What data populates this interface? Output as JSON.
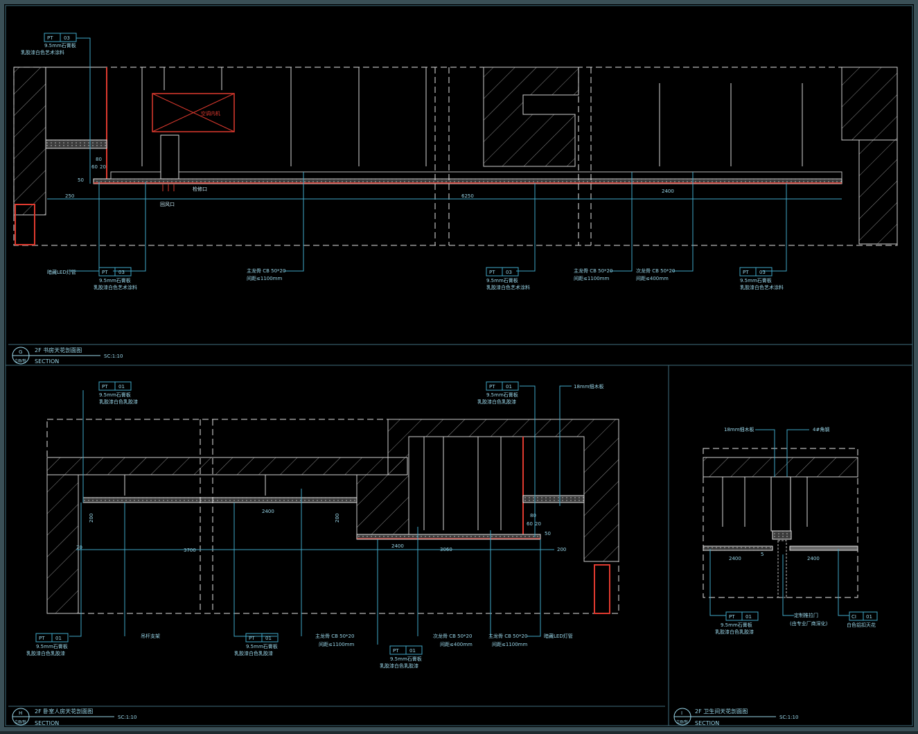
{
  "colors": {
    "background": "#000000",
    "frame": "#3a4f56",
    "line_white": "#e6e6e6",
    "dim_cyan": "#3fa9c9",
    "hatch": "#bdbdbd",
    "red": "#e03a2f",
    "tag_text": "#9ad7ea"
  },
  "section_g": {
    "title": "2F 书房天花剖面图",
    "scale": "SC:1:10",
    "label": "SECTION",
    "marker_letter": "G",
    "marker_sub": "立面/剖",
    "tags": [
      {
        "code": "PT",
        "num": "03",
        "note1": "9.5mm石膏板",
        "note2": "乳胶漆白色艺术涂料"
      },
      {
        "code": "PT",
        "num": "03",
        "note1": "9.5mm石膏板",
        "note2": "乳胶漆白色艺术涂料"
      },
      {
        "code": "PT",
        "num": "03",
        "note1": "9.5mm石膏板",
        "note2": "乳胶漆白色艺术涂料"
      },
      {
        "code": "PT",
        "num": "03",
        "note1": "9.5mm石膏板",
        "note2": "乳胶漆白色艺术涂料"
      }
    ],
    "notes": {
      "led": "暗藏LED灯管",
      "main_keel": "主龙骨 CB 50*20",
      "main_keel_spacing": "间距≤1100mm",
      "sub_keel": "次龙骨 CB 50*20",
      "sub_keel_spacing": "间距≤400mm",
      "return_air": "回风口",
      "access": "检修口",
      "ac_unit": "空调内机"
    },
    "dims": {
      "d80": "80",
      "d60": "60",
      "d20": "20",
      "d50": "50",
      "d250": "250",
      "overall": "6250",
      "d2400": "2400"
    }
  },
  "section_h": {
    "title": "2F 卧室人房天花剖面图",
    "scale": "SC:1:10",
    "label": "SECTION",
    "marker_letter": "H",
    "marker_sub": "立面/剖",
    "tags": [
      {
        "code": "PT",
        "num": "01",
        "note1": "9.5mm石膏板",
        "note2": "乳胶漆白色乳胶漆"
      },
      {
        "code": "PT",
        "num": "01",
        "note1": "9.5mm石膏板",
        "note2": "乳胶漆白色乳胶漆"
      },
      {
        "code": "PT",
        "num": "01",
        "note1": "9.5mm石膏板",
        "note2": "乳胶漆白色乳胶漆"
      },
      {
        "code": "PT",
        "num": "01",
        "note1": "9.5mm石膏板",
        "note2": "乳胶漆白色乳胶漆"
      },
      {
        "code": "PT",
        "num": "01",
        "note1": "9.5mm石膏板",
        "note2": "乳胶漆白色乳胶漆"
      }
    ],
    "notes": {
      "board18": "18mm细木板",
      "hanger": "吊杆支架",
      "main_keel": "主龙骨 CB 50*20",
      "main_keel_spacing": "间距≤1100mm",
      "sub_keel": "次龙骨 CB 50*20",
      "sub_keel_spacing": "间距≤400mm",
      "main_keel2": "主龙骨 CB 50*20",
      "main_keel2_spacing": "间距≤1100mm",
      "led": "暗藏LED灯管"
    },
    "dims": {
      "d2400a": "2400",
      "d2400b": "2400",
      "overall": "3700",
      "d3060": "3060",
      "d200a": "200",
      "d200b": "200",
      "d70": "70",
      "d80": "80",
      "d60": "60",
      "d20": "20",
      "d50": "50",
      "d200c": "200"
    }
  },
  "section_i": {
    "title": "2F 卫生间天花剖面图",
    "scale": "SC:1:10",
    "label": "SECTION",
    "marker_letter": "I",
    "marker_sub": "立面/剖",
    "tags": [
      {
        "code": "PT",
        "num": "01",
        "note1": "9.5mm石膏板",
        "note2": "乳胶漆白色乳胶漆"
      },
      {
        "code": "CI",
        "num": "01",
        "note1": "白色铝扣天花",
        "note2": ""
      }
    ],
    "notes": {
      "board18": "18mm细木板",
      "angle": "4#角钢",
      "door_track": "定制推拉门",
      "door_track2": "(由专业厂商深化)"
    },
    "dims": {
      "d2400a": "2400",
      "d2400b": "2400",
      "d5": "5"
    }
  }
}
